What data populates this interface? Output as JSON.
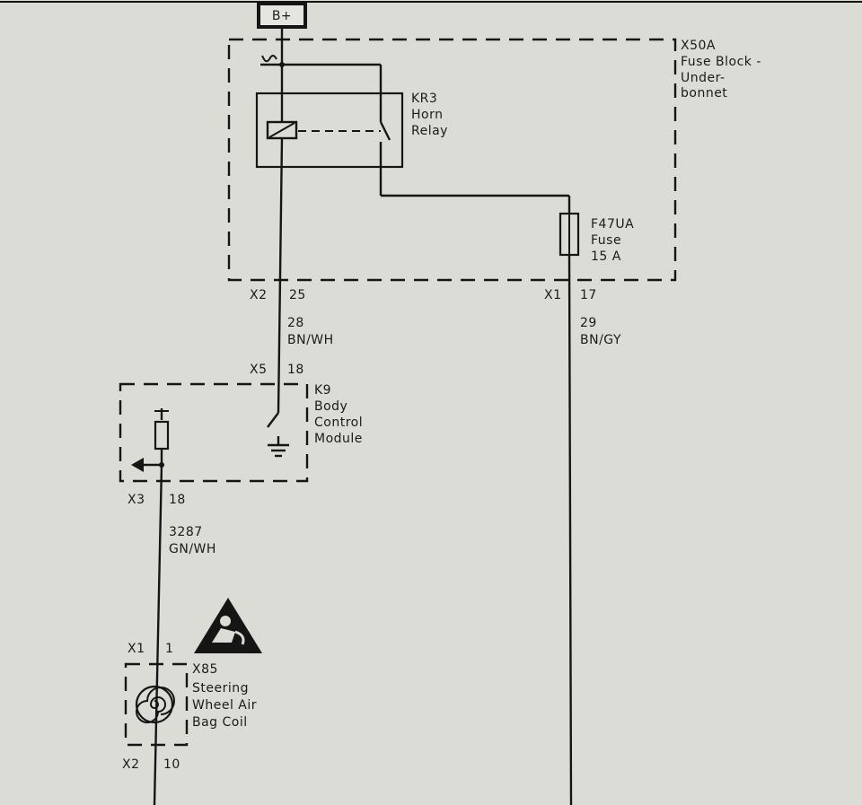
{
  "power": {
    "label": "B+"
  },
  "fuse_block": {
    "ref": "X50A",
    "name_lines": [
      "Fuse Block -",
      "Under-",
      "bonnet"
    ]
  },
  "relay": {
    "ref": "KR3",
    "name_lines": [
      "Horn",
      "Relay"
    ]
  },
  "fuse": {
    "ref": "F47UA",
    "name": "Fuse",
    "rating": "15 A"
  },
  "connectors": {
    "x2_25": {
      "conn": "X2",
      "pin": "25"
    },
    "x1_17": {
      "conn": "X1",
      "pin": "17"
    },
    "x5_18": {
      "conn": "X5",
      "pin": "18"
    },
    "x3_18": {
      "conn": "X3",
      "pin": "18"
    },
    "x1_1": {
      "conn": "X1",
      "pin": "1"
    },
    "x2_10": {
      "conn": "X2",
      "pin": "10"
    }
  },
  "wires": {
    "w28": {
      "circuit": "28",
      "color": "BN/WH"
    },
    "w29": {
      "circuit": "29",
      "color": "BN/GY"
    },
    "w3287": {
      "circuit": "3287",
      "color": "GN/WH"
    }
  },
  "bcm": {
    "ref": "K9",
    "name_lines": [
      "Body",
      "Control",
      "Module"
    ]
  },
  "coil": {
    "ref": "X85",
    "name_lines": [
      "Steering",
      "Wheel Air",
      "Bag Coil"
    ]
  },
  "icons": {
    "airbag_warning": "airbag-warning-icon",
    "ground": "ground-icon"
  },
  "colors": {
    "background": "#dcdcd6",
    "ink": "#151515"
  }
}
